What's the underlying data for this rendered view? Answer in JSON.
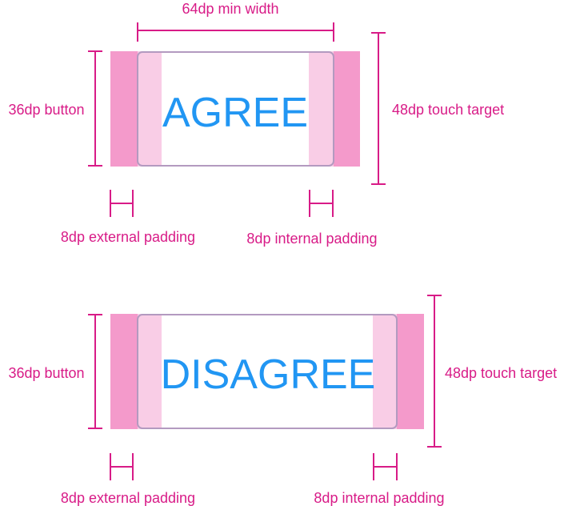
{
  "colors": {
    "annotation": "#d81b87",
    "external_padding": "#f49acb",
    "internal_padding": "#f9cde6",
    "button_outline": "#b39ac0",
    "button_label": "#2196f3"
  },
  "top_example": {
    "min_width_label": "64dp min width",
    "button_label": "AGREE",
    "button_height_label": "36dp button",
    "touch_target_label": "48dp touch target",
    "external_padding_label": "8dp external padding",
    "internal_padding_label": "8dp internal padding"
  },
  "bottom_example": {
    "button_label": "DISAGREE",
    "button_height_label": "36dp button",
    "touch_target_label": "48dp touch target",
    "external_padding_label": "8dp external padding",
    "internal_padding_label": "8dp internal padding"
  }
}
